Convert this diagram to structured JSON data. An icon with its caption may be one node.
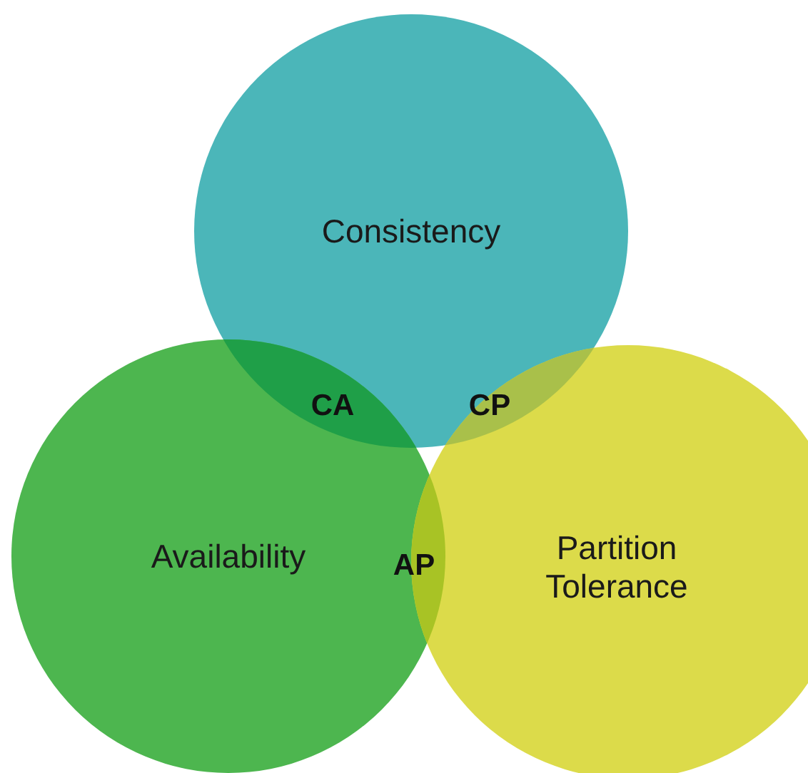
{
  "diagram": {
    "nodes": [
      {
        "text": [
          "Consistency"
        ]
      },
      {
        "text": [
          "Availability"
        ]
      },
      {
        "text": [
          "Partition Tolerance"
        ]
      }
    ],
    "edges": [],
    "labels": [
      "CA",
      "CP",
      "AP"
    ]
  }
}
